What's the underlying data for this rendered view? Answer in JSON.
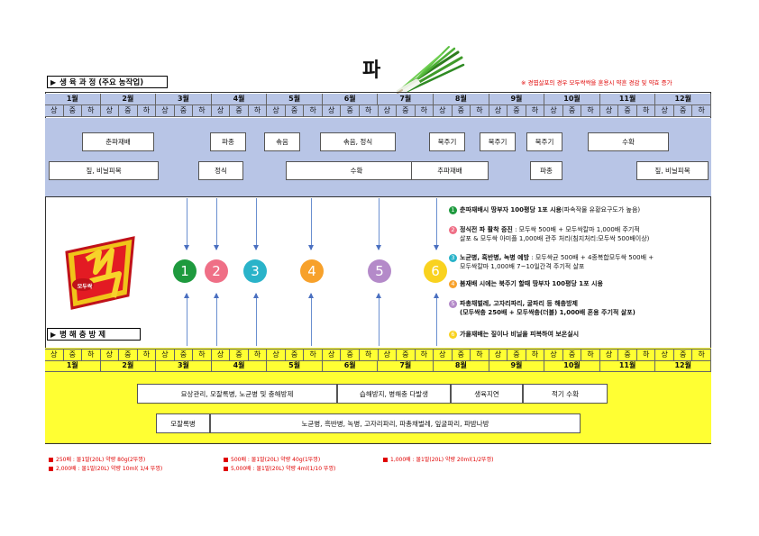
{
  "title": "파",
  "note": "※ 경엽살포의 경우 모두싹싹을 혼용시 약흔 경감 및 약효 증가",
  "growth_section_label": "생 육 과 정 (주요 농작업)",
  "pest_section_label": "병 해 충 방 제",
  "logo_text": "모두싹",
  "months": [
    "1월",
    "2월",
    "3월",
    "4월",
    "5월",
    "6월",
    "7월",
    "8월",
    "9월",
    "10월",
    "11월",
    "12월"
  ],
  "periods": [
    "상",
    "중",
    "하"
  ],
  "growth_row1": [
    {
      "id": "chunpa-1",
      "label": "춘파재배"
    },
    {
      "id": "pajong",
      "label": "파종"
    },
    {
      "id": "sokeum",
      "label": "솎음"
    },
    {
      "id": "sokeum-jeongsik",
      "label": "솎음, 정식"
    },
    {
      "id": "bukjugi-1",
      "label": "북주기"
    },
    {
      "id": "bukjugi-2",
      "label": "북주기"
    },
    {
      "id": "bukjugi-3",
      "label": "북주기"
    },
    {
      "id": "suhwak-1",
      "label": "수확"
    }
  ],
  "growth_row2": [
    {
      "id": "jip-1",
      "label": "짚, 비닐피복"
    },
    {
      "id": "jeongsik",
      "label": "정식"
    },
    {
      "id": "suhwak-2",
      "label": "수확"
    },
    {
      "id": "chupa",
      "label": "추파재배"
    },
    {
      "id": "pajong-2",
      "label": "파종"
    },
    {
      "id": "jip-2",
      "label": "짚, 비닐피복"
    }
  ],
  "circles": [
    {
      "num": "1",
      "color": "#1e9a3e"
    },
    {
      "num": "2",
      "color": "#ef6f86"
    },
    {
      "num": "3",
      "color": "#2ab3c9"
    },
    {
      "num": "4",
      "color": "#f7a12b"
    },
    {
      "num": "5",
      "color": "#b48ac9"
    },
    {
      "num": "6",
      "color": "#f9d21f"
    }
  ],
  "legend": [
    {
      "num": "1",
      "color": "#1e9a3e",
      "bold": "춘파재배시 땅부자 100평당 1포 시용",
      "rest": "(파속작물 유황요구도가 높음)"
    },
    {
      "num": "2",
      "color": "#ef6f86",
      "bold": "정식전 파 활착 증진",
      "rest": " : 모두싹 500배 + 모두싹칼마 1,000배 주기적",
      "line2": "살포 & 모두싹 아미플 1,000배 관주 처리(침지처리:모두싹 500배이상)"
    },
    {
      "num": "3",
      "color": "#2ab3c9",
      "bold": "노균병, 흑반병, 녹병 예방",
      "rest": " : 모두싹균 500배 + 4종복합모두싹 500배  +",
      "line2": "모두싹칼마 1,000배 7~10일간격 주기적 살포"
    },
    {
      "num": "4",
      "color": "#f7a12b",
      "bold": "봄재배 시에는 북주기 할때 땅부자 100평당 1포 시용",
      "rest": ""
    },
    {
      "num": "5",
      "color": "#b48ac9",
      "bold": "파총채벌레, 고자리파리, 굴파리 등 해충방제",
      "rest": "",
      "line2": "(모두싹충 250배 + 모두싹충(더블) 1,000배 혼용 주기적 살포)",
      "line2bold": true
    },
    {
      "num": "6",
      "color": "#f9d21f",
      "bold": "가을재배는 짚이나 비닐을 피복하여 보온실시",
      "rest": ""
    }
  ],
  "pest_row1": [
    {
      "id": "misang",
      "label": "묘상관리, 모잘록병, 노균병 및 충해방제"
    },
    {
      "id": "seuphae",
      "label": "습해방지, 병해충 다발생"
    },
    {
      "id": "saengyuk",
      "label": "생육지연"
    },
    {
      "id": "jeokgi",
      "label": "적기 수확"
    }
  ],
  "pest_row2": [
    {
      "id": "mojal",
      "label": "모잘록병"
    },
    {
      "id": "nogyun",
      "label": "노균병, 흑반병, 녹병, 고자리파리, 파총채벌레, 잎굴파리, 파밤나방"
    }
  ],
  "footnotes": [
    "250배 : 물1말(20L) 약량 80g(2뚜껑)",
    "500배 : 물1말(20L) 약량 40g(1뚜껑)",
    "1,000배 : 물1말(20L) 약량 20ml(1/2뚜껑)",
    "2,000배 : 물1말(20L) 약량 10ml( 1/4 뚜껑)",
    "5,000배 : 물1말(20L) 약량 4ml(1/10 뚜껑)"
  ]
}
